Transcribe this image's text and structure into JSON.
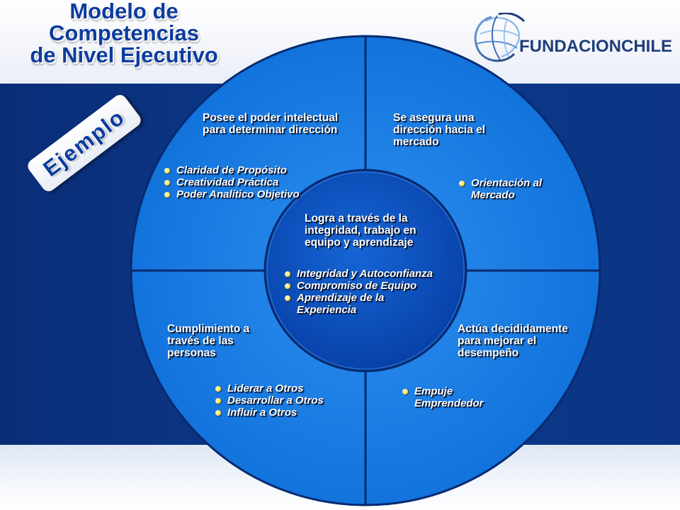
{
  "title": {
    "line1": "Modelo de",
    "line2": "Competencias",
    "line3": "de Nivel Ejecutivo"
  },
  "badge": {
    "label": "Ejemplo"
  },
  "logo": {
    "text": "FUNDACIONCHILE",
    "icon": "globe-swoosh-icon"
  },
  "quadrants": {
    "top_left": {
      "heading_line1": "Posee el poder intelectual",
      "heading_line2": "para determinar dirección",
      "items": [
        "Claridad de Propósito",
        "Creatividad Práctica",
        "Poder Analítico Objetivo"
      ]
    },
    "top_right": {
      "heading_line1": "Se asegura una",
      "heading_line2": "dirección hacia el",
      "heading_line3": "mercado",
      "items": [
        "Orientación al",
        "Mercado"
      ]
    },
    "bottom_left": {
      "heading_line1": "Cumplimiento a",
      "heading_line2": "través de las",
      "heading_line3": "personas",
      "items": [
        "Liderar a Otros",
        "Desarrollar a Otros",
        "Influir a Otros"
      ]
    },
    "bottom_right": {
      "heading_line1": "Actúa decididamente",
      "heading_line2": "para mejorar el",
      "heading_line3": "desempeño",
      "items": [
        "Empuje",
        "Emprendedor"
      ]
    }
  },
  "center": {
    "heading_line1": "Logra a través de la",
    "heading_line2": "integridad, trabajo en",
    "heading_line3": "equipo y aprendizaje",
    "items": [
      "Integridad y Autoconfianza",
      "Compromiso de Equipo",
      "Aprendizaje de la",
      "Experiencia"
    ]
  },
  "colors": {
    "title": "#0b3c9e",
    "wheel_fill": "#1a7ee8",
    "center_fill": "#0b4fc4",
    "bullet": "#ffe45a"
  }
}
